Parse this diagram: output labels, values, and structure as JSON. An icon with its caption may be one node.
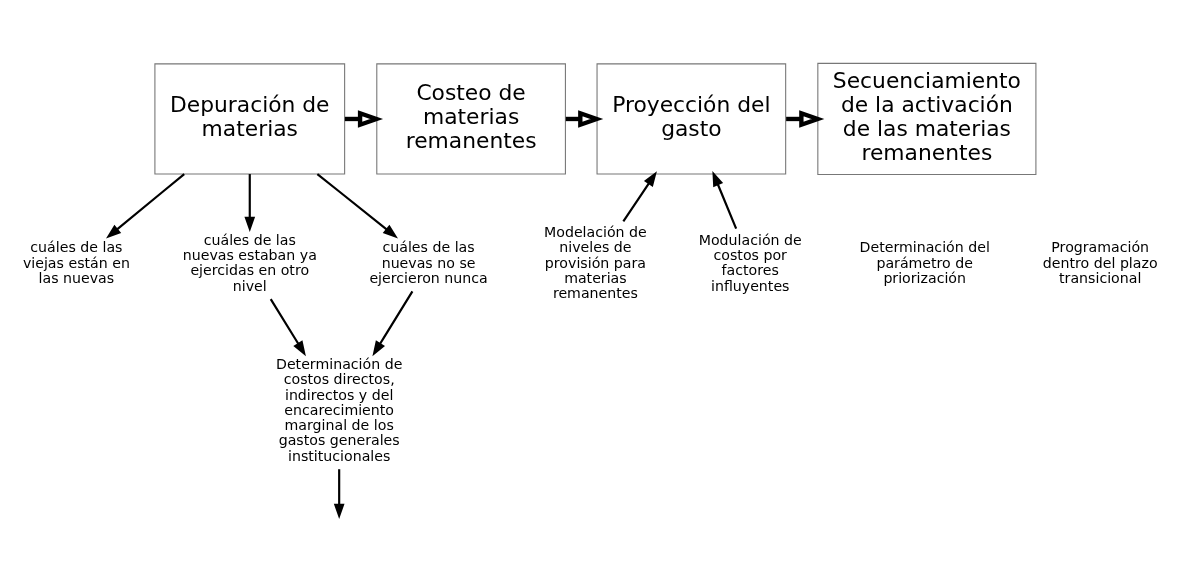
{
  "diagram": {
    "nodes": [
      {
        "text": [
          "Depuración de materias"
        ]
      },
      {
        "text": [
          "Costeo de materias remanentes"
        ]
      },
      {
        "text": [
          "Proyección del gasto"
        ]
      },
      {
        "text": [
          "Secuenciamiento de la activación de las materias remanentes"
        ]
      },
      {
        "text": [
          "cuáles de las viejas están en las nuevas"
        ]
      },
      {
        "text": [
          "cuáles de las nuevas estaban ya ejercidas en otro nivel"
        ]
      },
      {
        "text": [
          "cuáles de las nuevas no se ejercieron nunca"
        ]
      },
      {
        "text": [
          "Determinación de costos directos, indirectos y del encarecimiento marginal de los gastos generales institucionales"
        ]
      },
      {
        "text": [
          "Modelación de niveles de provisión para materias remanentes"
        ]
      },
      {
        "text": [
          "Modulación de costos por factores influyentes"
        ]
      },
      {
        "text": [
          "Determinación del parámetro de priorización"
        ]
      },
      {
        "text": [
          "Programación dentro del plazo transicional"
        ]
      }
    ],
    "edges": [
      {
        "from": 0,
        "to": 1,
        "arrow": "to",
        "style": "thick"
      },
      {
        "from": 1,
        "to": 2,
        "arrow": "to",
        "style": "thick"
      },
      {
        "from": 2,
        "to": 3,
        "arrow": "to",
        "style": "thick"
      },
      {
        "from": 0,
        "to": 4,
        "arrow": "to"
      },
      {
        "from": 0,
        "to": 5,
        "arrow": "to"
      },
      {
        "from": 0,
        "to": 6,
        "arrow": "to"
      },
      {
        "from": 5,
        "to": 7,
        "arrow": "to"
      },
      {
        "from": 6,
        "to": 7,
        "arrow": "to"
      },
      {
        "from": 7,
        "to": null,
        "arrow": "to"
      },
      {
        "from": 9,
        "to": 2,
        "arrow": "to"
      },
      {
        "from": 8,
        "to": 2,
        "arrow": "to"
      }
    ]
  }
}
